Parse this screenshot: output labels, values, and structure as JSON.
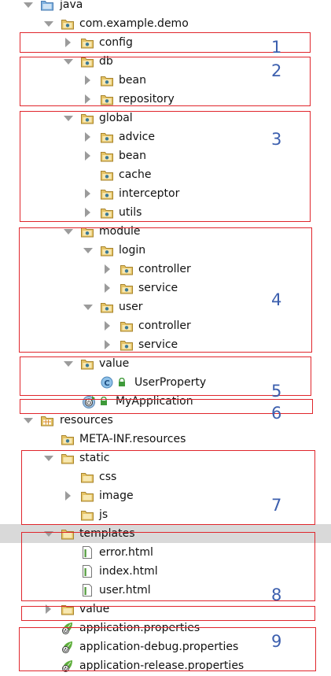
{
  "tree": {
    "java": "java",
    "com_example_demo": "com.example.demo",
    "config": "config",
    "db": "db",
    "db_bean": "bean",
    "db_repository": "repository",
    "global": "global",
    "global_advice": "advice",
    "global_bean": "bean",
    "global_cache": "cache",
    "global_interceptor": "interceptor",
    "global_utils": "utils",
    "module": "module",
    "login": "login",
    "login_controller": "controller",
    "login_service": "service",
    "user": "user",
    "user_controller": "controller",
    "user_service": "service",
    "value": "value",
    "user_property": "UserProperty",
    "my_application": "MyApplication",
    "resources": "resources",
    "meta_inf": "META-INF.resources",
    "static": "static",
    "css": "css",
    "image": "image",
    "js": "js",
    "templates": "templates",
    "error_html": "error.html",
    "index_html": "index.html",
    "user_html": "user.html",
    "res_value": "value",
    "app_props": "application.properties",
    "app_debug_props": "application-debug.properties",
    "app_release_props": "application-release.properties"
  },
  "annotations": {
    "n1": "1",
    "n2": "2",
    "n3": "3",
    "n4": "4",
    "n5": "5",
    "n6": "6",
    "n7": "7",
    "n8": "8",
    "n9": "9"
  },
  "colors": {
    "annotation_box": "#e0262c",
    "annotation_number": "#3c5fae",
    "folder": "#e5c365",
    "package_dot": "#3c7a96",
    "selected_row": "#d9d9d9"
  }
}
